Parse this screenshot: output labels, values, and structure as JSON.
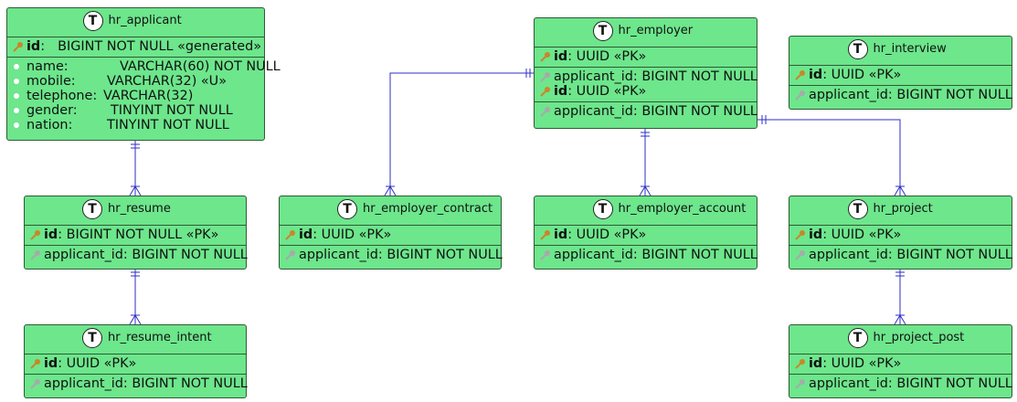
{
  "colors": {
    "entity_fill": "#6de68c",
    "entity_border": "#2f5a35",
    "link": "#2d2dc8",
    "pk_key": "#c9862a",
    "fk_key": "#a9a9a9"
  },
  "entities": {
    "hr_applicant": {
      "badge": "T",
      "name": "hr_applicant",
      "pk": {
        "name": "id",
        "sep": ":",
        "type": "BIGINT NOT NULL «generated»",
        "icon": "key-icon"
      },
      "fields": [
        {
          "name": "name:",
          "type": "VARCHAR(60) NOT NULL"
        },
        {
          "name": "mobile:",
          "type": "VARCHAR(32) «U»"
        },
        {
          "name": "telephone:",
          "type": "VARCHAR(32)"
        },
        {
          "name": "gender:",
          "type": "TINYINT NOT NULL"
        },
        {
          "name": "nation:",
          "type": "TINYINT NOT NULL"
        }
      ]
    },
    "hr_resume": {
      "badge": "T",
      "name": "hr_resume",
      "pk_name": "id",
      "pk_type": ": BIGINT NOT NULL «PK»",
      "fk": "applicant_id: BIGINT NOT NULL"
    },
    "hr_resume_intent": {
      "badge": "T",
      "name": "hr_resume_intent",
      "pk_name": "id",
      "pk_type": ": UUID «PK»",
      "fk": "applicant_id: BIGINT NOT NULL"
    },
    "hr_employer_contract": {
      "badge": "T",
      "name": "hr_employer_contract",
      "pk_name": "id",
      "pk_type": ": UUID «PK»",
      "fk": "applicant_id: BIGINT NOT NULL"
    },
    "hr_employer": {
      "badge": "T",
      "name": "hr_employer",
      "pk_name": "id",
      "pk_type": ": UUID «PK»",
      "mid_fk": "applicant_id: BIGINT NOT NULL",
      "mid_pk_name": "id",
      "mid_pk_type": ": UUID «PK»",
      "fk": "applicant_id: BIGINT NOT NULL"
    },
    "hr_employer_account": {
      "badge": "T",
      "name": "hr_employer_account",
      "pk_name": "id",
      "pk_type": ": UUID «PK»",
      "fk": "applicant_id: BIGINT NOT NULL"
    },
    "hr_interview": {
      "badge": "T",
      "name": "hr_interview",
      "pk_name": "id",
      "pk_type": ": UUID «PK»",
      "fk": "applicant_id: BIGINT NOT NULL"
    },
    "hr_project": {
      "badge": "T",
      "name": "hr_project",
      "pk_name": "id",
      "pk_type": ": UUID «PK»",
      "fk": "applicant_id: BIGINT NOT NULL"
    },
    "hr_project_post": {
      "badge": "T",
      "name": "hr_project_post",
      "pk_name": "id",
      "pk_type": ": UUID «PK»",
      "fk": "applicant_id: BIGINT NOT NULL"
    }
  },
  "relationships": [
    {
      "from": "hr_applicant",
      "to": "hr_resume",
      "from_end": "exactly-one",
      "to_end": "one-or-many"
    },
    {
      "from": "hr_resume",
      "to": "hr_resume_intent",
      "from_end": "exactly-one",
      "to_end": "one-or-many"
    },
    {
      "from": "hr_employer",
      "to": "hr_employer_contract",
      "from_end": "exactly-one",
      "to_end": "one-or-many"
    },
    {
      "from": "hr_employer",
      "to": "hr_employer_account",
      "from_end": "exactly-one",
      "to_end": "one-or-many"
    },
    {
      "from": "hr_employer",
      "to": "hr_project",
      "from_end": "exactly-one",
      "to_end": "one-or-many"
    },
    {
      "from": "hr_project",
      "to": "hr_project_post",
      "from_end": "exactly-one",
      "to_end": "one-or-many"
    }
  ]
}
